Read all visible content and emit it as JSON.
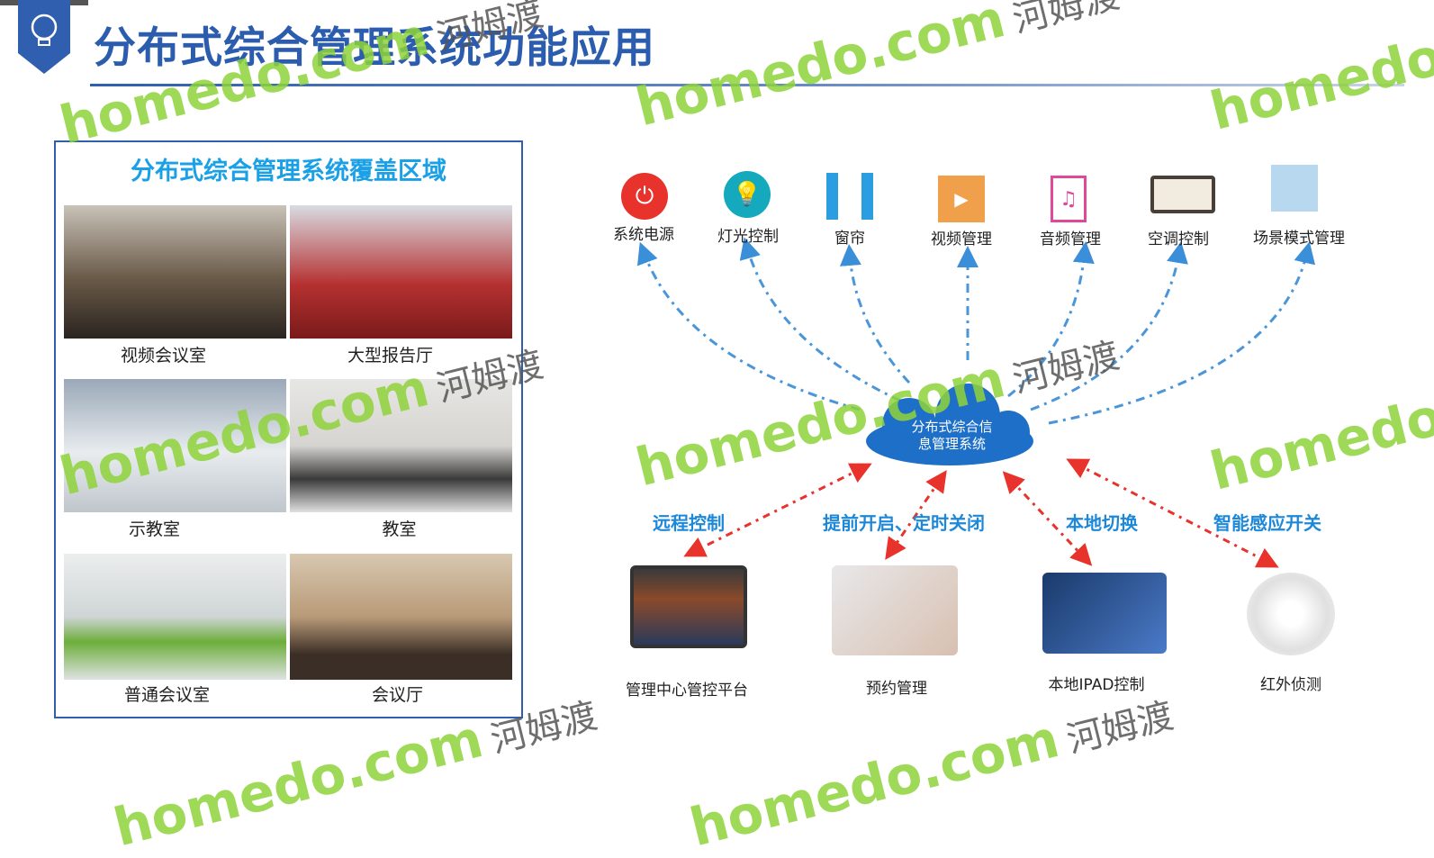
{
  "title": "分布式综合管理系统功能应用",
  "coverage": {
    "title": "分布式综合管理系统覆盖区域",
    "rooms": [
      {
        "label": "视频会议室"
      },
      {
        "label": "大型报告厅"
      },
      {
        "label": "示教室"
      },
      {
        "label": "教室"
      },
      {
        "label": "普通会议室"
      },
      {
        "label": "会议厅"
      }
    ]
  },
  "functions": [
    {
      "label": "系统电源",
      "icon": "power-icon",
      "color": "#e8322c"
    },
    {
      "label": "灯光控制",
      "icon": "bulb-icon",
      "color": "#14a9bd"
    },
    {
      "label": "窗帘",
      "icon": "curtain-icon",
      "color": "#2a9ee0"
    },
    {
      "label": "视频管理",
      "icon": "video-icon",
      "color": "#f0a04b"
    },
    {
      "label": "音频管理",
      "icon": "music-icon",
      "color": "#e0489a"
    },
    {
      "label": "空调控制",
      "icon": "ac-icon",
      "color": "#8a7a6a"
    },
    {
      "label": "场景模式管理",
      "icon": "scene-icon",
      "color": "#9cc8e8"
    }
  ],
  "cloud": {
    "line1": "分布式综合信",
    "line2": "息管理系统"
  },
  "controls": [
    {
      "label": "远程控制"
    },
    {
      "label": "提前开启、定时关闭"
    },
    {
      "label": "本地切换"
    },
    {
      "label": "智能感应开关"
    }
  ],
  "devices": [
    {
      "label": "管理中心管控平台"
    },
    {
      "label": "预约管理"
    },
    {
      "label": "本地IPAD控制"
    },
    {
      "label": "红外侦测"
    }
  ],
  "watermark": {
    "text": "homedo.com",
    "cn": "河姆渡"
  }
}
